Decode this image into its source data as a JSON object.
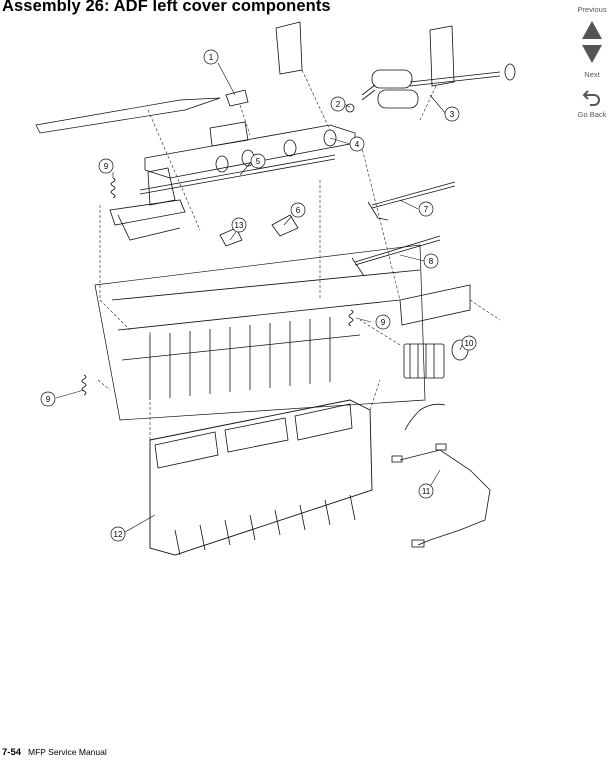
{
  "page": {
    "title": "Assembly 26:  ADF left cover components"
  },
  "nav": {
    "previous_label": "Previous",
    "next_label": "Next",
    "go_back_label": "Go Back"
  },
  "figure": {
    "callouts": [
      "1",
      "2",
      "3",
      "4",
      "5",
      "6",
      "7",
      "8",
      "9",
      "9",
      "9",
      "10",
      "11",
      "12",
      "13"
    ]
  },
  "footer": {
    "page_number": "7-54",
    "manual_title": "MFP Service Manual"
  }
}
